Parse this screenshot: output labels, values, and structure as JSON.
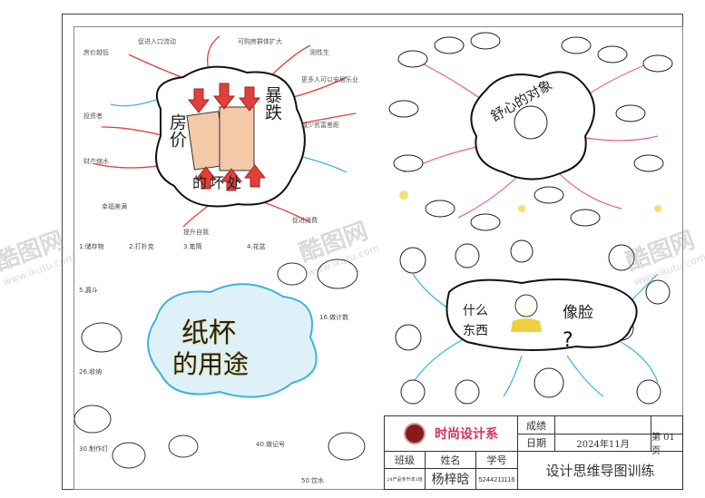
{
  "quadrants": {
    "top_left": {
      "title_1": "房价",
      "title_2": "暴跌",
      "title_3": "的坏处",
      "building_label": "房价"
    },
    "top_right": {
      "title": "舒心的对象"
    },
    "bottom_left": {
      "title_1": "纸杯",
      "title_2": "的用途"
    },
    "bottom_right": {
      "title_1": "什么",
      "title_2": "东西",
      "title_3": "像脸"
    }
  },
  "title_block": {
    "logo_text": "时尚设计系",
    "score_label": "成绩",
    "score_value": "",
    "date_label": "日期",
    "date_value": "2024年11月",
    "page_label": "第 01 页",
    "class_label": "班级",
    "class_value": "24产品专升本1班",
    "name_label": "姓名",
    "name_value": "杨梓晗",
    "id_label": "学号",
    "id_value": "5244211116",
    "assignment_title": "设计思维导图训练"
  },
  "watermark": {
    "text": "酷图网",
    "url": "www.ikutu.com"
  },
  "colors": {
    "accent_red": "#e0403a",
    "accent_pink": "#e8608a",
    "accent_blue": "#3cb4d8",
    "accent_yellow": "#f0d040"
  }
}
